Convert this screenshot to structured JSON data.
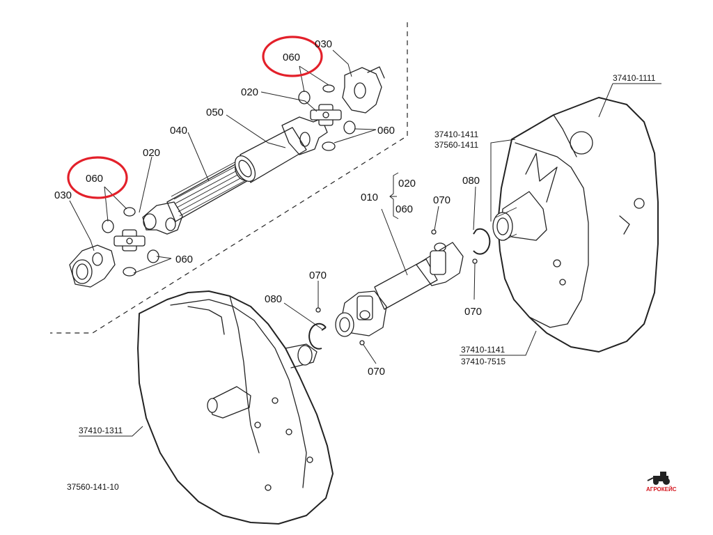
{
  "colors": {
    "highlight": "#e3202a",
    "ink": "#222222",
    "logo_red": "#d4141c"
  },
  "labels": {
    "top_030": "030",
    "top_060_circled": "060",
    "top_020": "020",
    "top_050": "050",
    "top_060_right": "060",
    "left_040": "040",
    "left_020": "020",
    "left_060_circled": "060",
    "left_030": "030",
    "left_060_bottom": "060",
    "shaft_010": "010",
    "bracket_020": "020",
    "bracket_060": "060",
    "upper_070": "070",
    "upper_080": "080",
    "lower_right_070": "070",
    "mid_070": "070",
    "lower_080": "080",
    "bottom_070": "070"
  },
  "part_numbers": {
    "rear_case": "37410-1111",
    "shaft_a": "37410-1411",
    "shaft_b": "37560-1411",
    "cover_a": "37410-1141",
    "cover_b": "37410-7515",
    "flywheel_housing": "37410-1311"
  },
  "figure_code": "37560-141-10",
  "logo": {
    "name": "tractor-logo-icon",
    "text": "АГРОКЕЙС"
  }
}
